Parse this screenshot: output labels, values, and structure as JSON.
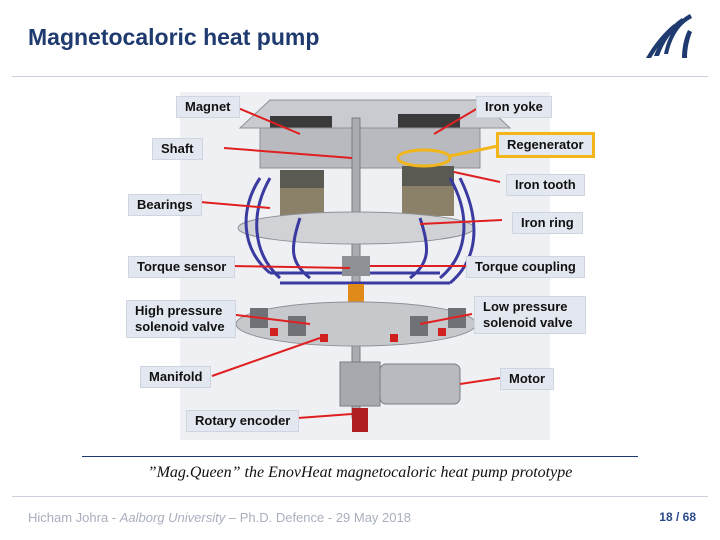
{
  "slide": {
    "title": "Magnetocaloric heat pump"
  },
  "figure": {
    "labels": {
      "magnet": "Magnet",
      "shaft": "Shaft",
      "bearings": "Bearings",
      "torque_sensor": "Torque sensor",
      "high_pressure_line1": "High pressure",
      "high_pressure_line2": "solenoid valve",
      "manifold": "Manifold",
      "rotary_encoder": "Rotary encoder",
      "iron_yoke": "Iron yoke",
      "regenerator": "Regenerator",
      "iron_tooth": "Iron tooth",
      "iron_ring": "Iron ring",
      "torque_coupling": "Torque coupling",
      "low_pressure_line1": "Low pressure",
      "low_pressure_line2": "solenoid valve",
      "motor": "Motor"
    },
    "caption": "”Mag.Queen” the EnovHeat magnetocaloric heat pump prototype"
  },
  "footer": {
    "author": "Hicham Johra - ",
    "university": "Aalborg University",
    "event": " – Ph.D. Defence - 29 May 2018",
    "page": "18 / 68"
  },
  "colors": {
    "title": "#1f3a6e",
    "arrow": "#e02020",
    "highlight": "#f2b51a",
    "pipe": "#3a3aa0"
  }
}
